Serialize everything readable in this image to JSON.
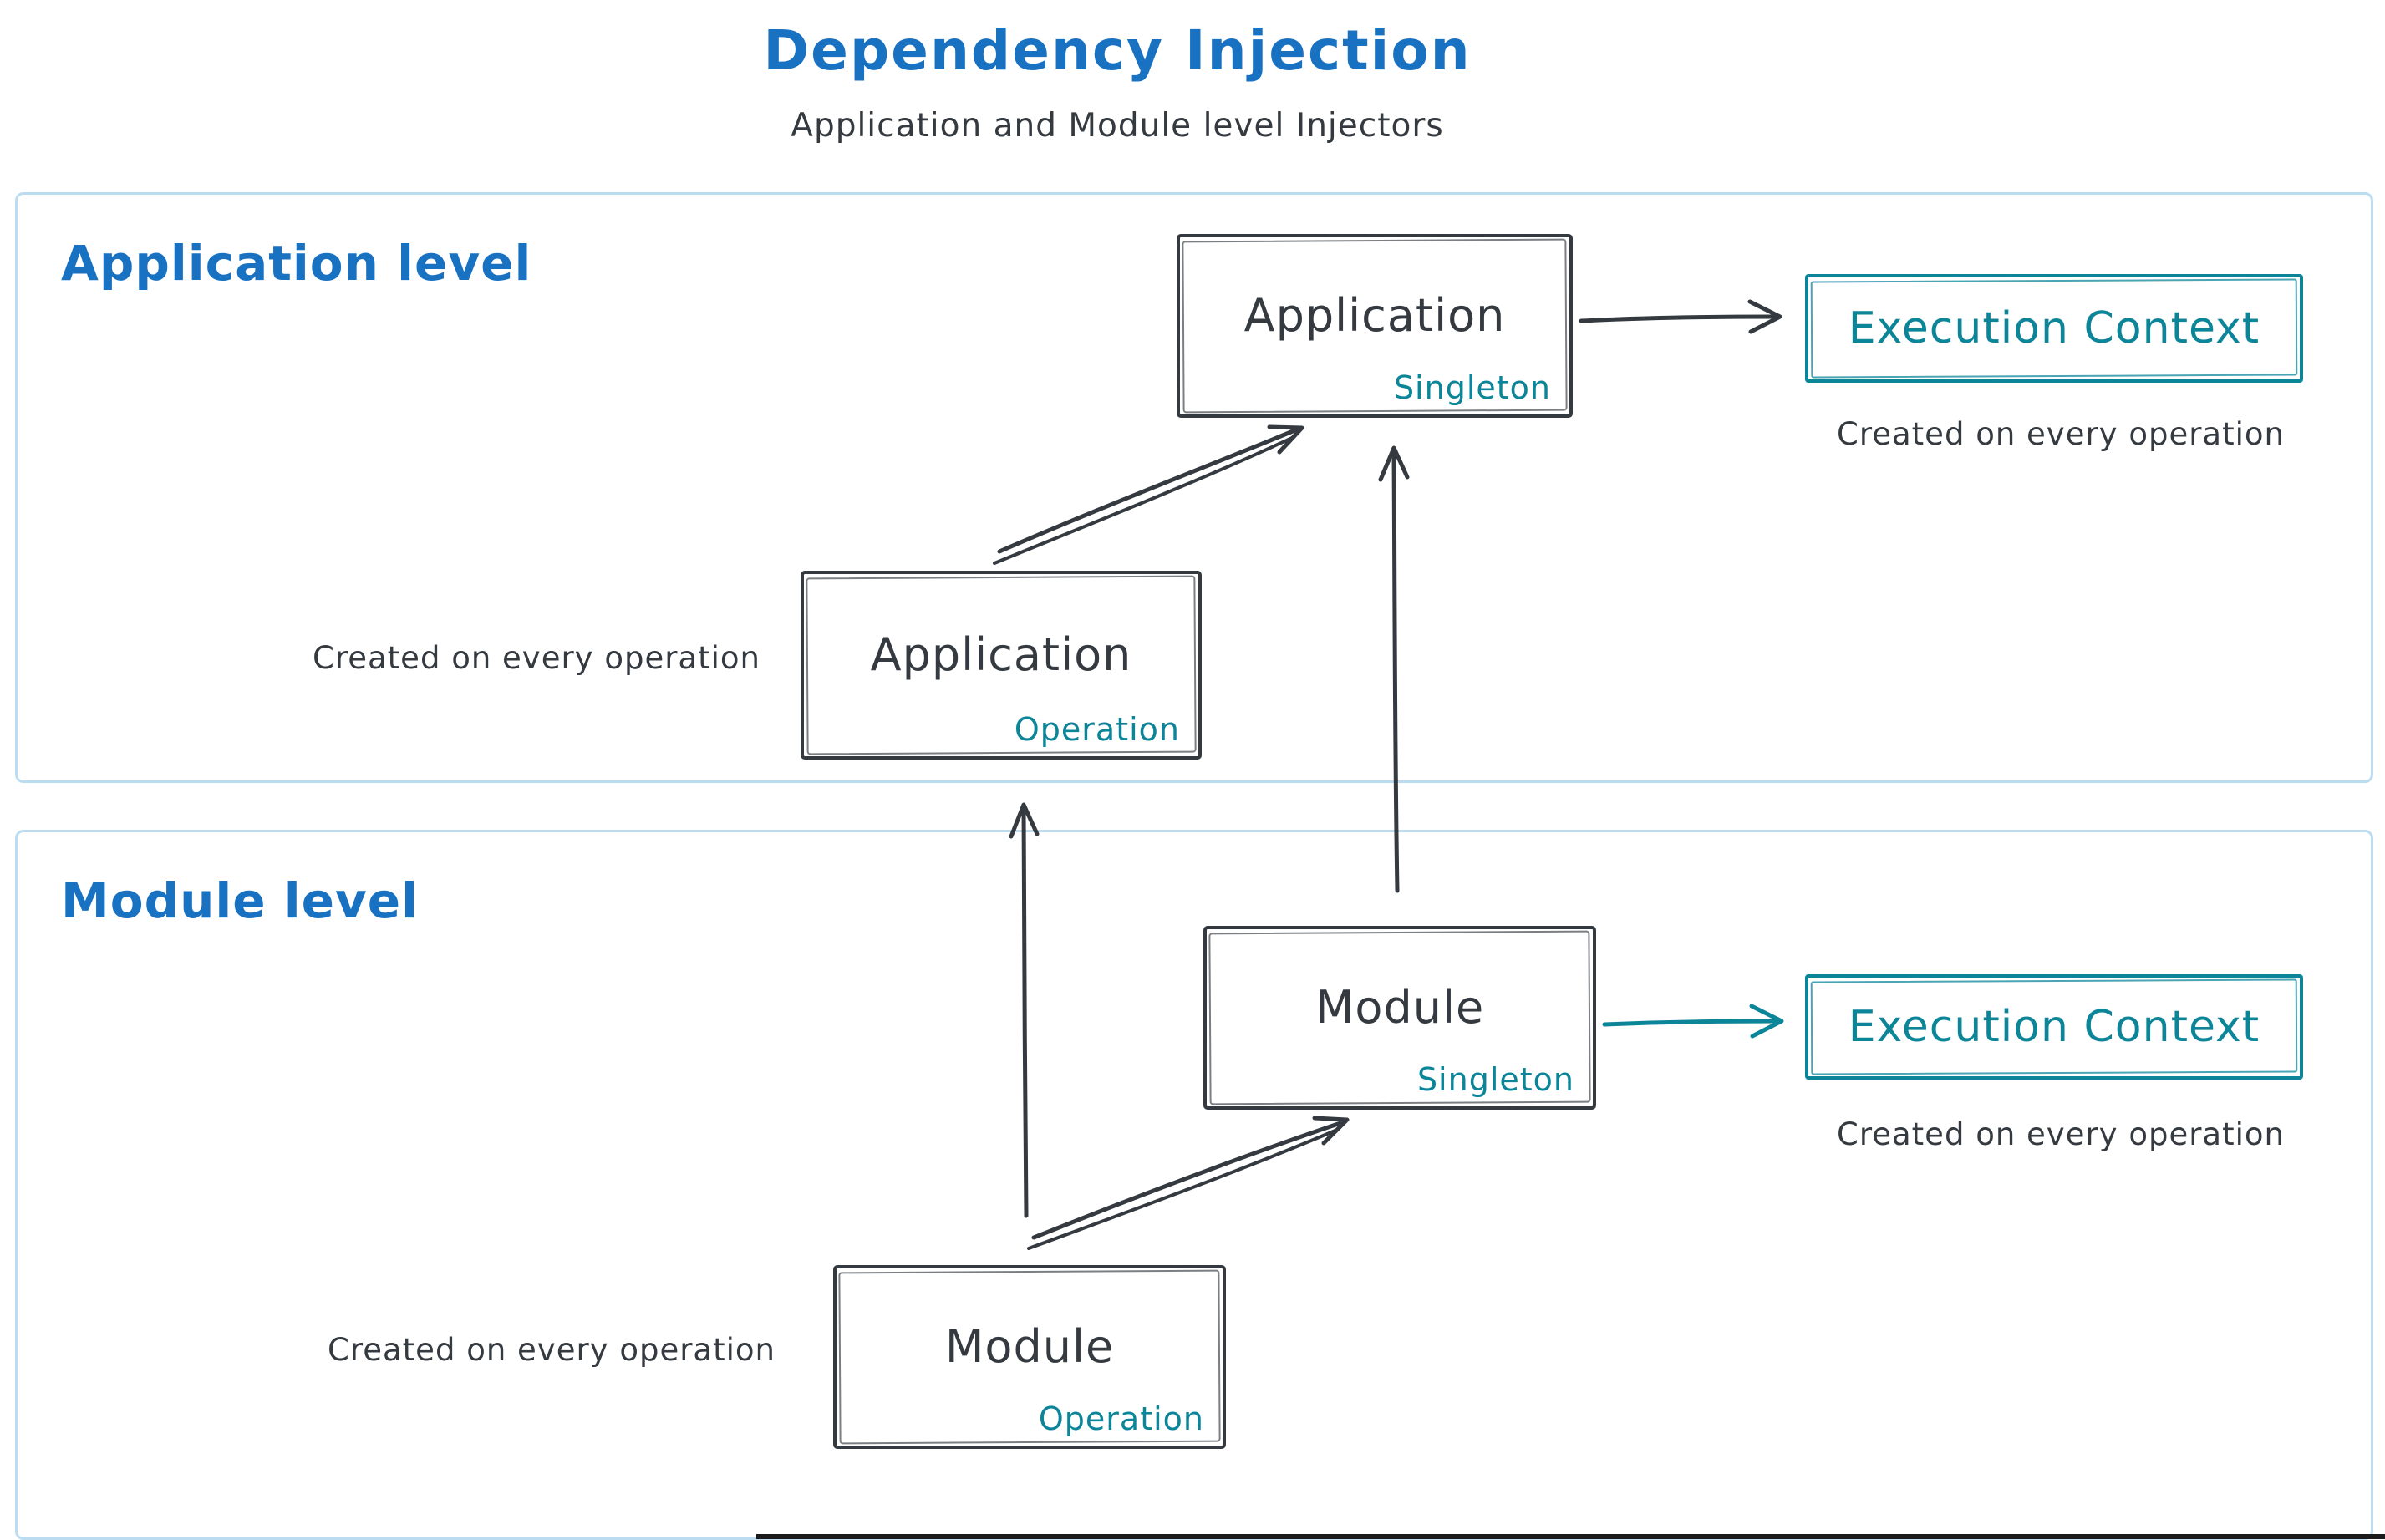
{
  "title": "Dependency Injection",
  "subtitle": "Application and Module level Injectors",
  "colors": {
    "heading_blue": "#1971c2",
    "teal": "#0c8599",
    "dark": "#343a40",
    "frame_border": "#bcdcf1"
  },
  "application_level": {
    "label": "Application level",
    "singleton_box": {
      "name": "Application",
      "tag": "Singleton"
    },
    "operation_box": {
      "name": "Application",
      "tag": "Operation"
    },
    "execution_box": {
      "label": "Execution Context"
    },
    "execution_caption": "Created on every operation",
    "operation_caption": "Created on every operation"
  },
  "module_level": {
    "label": "Module level",
    "singleton_box": {
      "name": "Module",
      "tag": "Singleton"
    },
    "operation_box": {
      "name": "Module",
      "tag": "Operation"
    },
    "execution_box": {
      "label": "Execution Context"
    },
    "execution_caption": "Created on every operation",
    "operation_caption": "Created on every operation"
  }
}
